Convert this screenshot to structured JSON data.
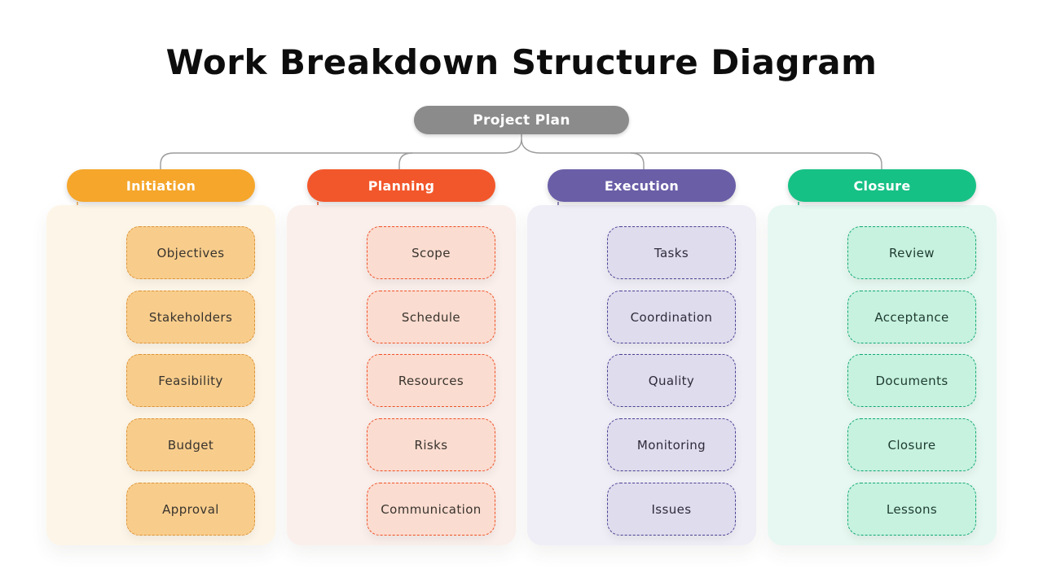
{
  "title": "Work Breakdown Structure Diagram",
  "root": {
    "label": "Project Plan",
    "color": "#8b8b8b",
    "connector_color": "#999999"
  },
  "branches": [
    {
      "name": "Initiation",
      "color": "#f5a62b",
      "panel_color": "#fdf6e8",
      "item_fill": "#f8cd8c",
      "item_border": "#dd9234",
      "items": [
        "Objectives",
        "Stakeholders",
        "Feasibility",
        "Budget",
        "Approval"
      ]
    },
    {
      "name": "Planning",
      "color": "#f2572b",
      "panel_color": "#faefeb",
      "item_fill": "#fbdcd0",
      "item_border": "#ef5025",
      "items": [
        "Scope",
        "Schedule",
        "Resources",
        "Risks",
        "Communication"
      ]
    },
    {
      "name": "Execution",
      "color": "#6a5ea7",
      "panel_color": "#efeef6",
      "item_fill": "#dfdcee",
      "item_border": "#4a4191",
      "items": [
        "Tasks",
        "Coordination",
        "Quality",
        "Monitoring",
        "Issues"
      ]
    },
    {
      "name": "Closure",
      "color": "#16c185",
      "panel_color": "#e6f8f1",
      "item_fill": "#c6f2df",
      "item_border": "#12a877",
      "items": [
        "Review",
        "Acceptance",
        "Documents",
        "Closure",
        "Lessons"
      ]
    }
  ]
}
